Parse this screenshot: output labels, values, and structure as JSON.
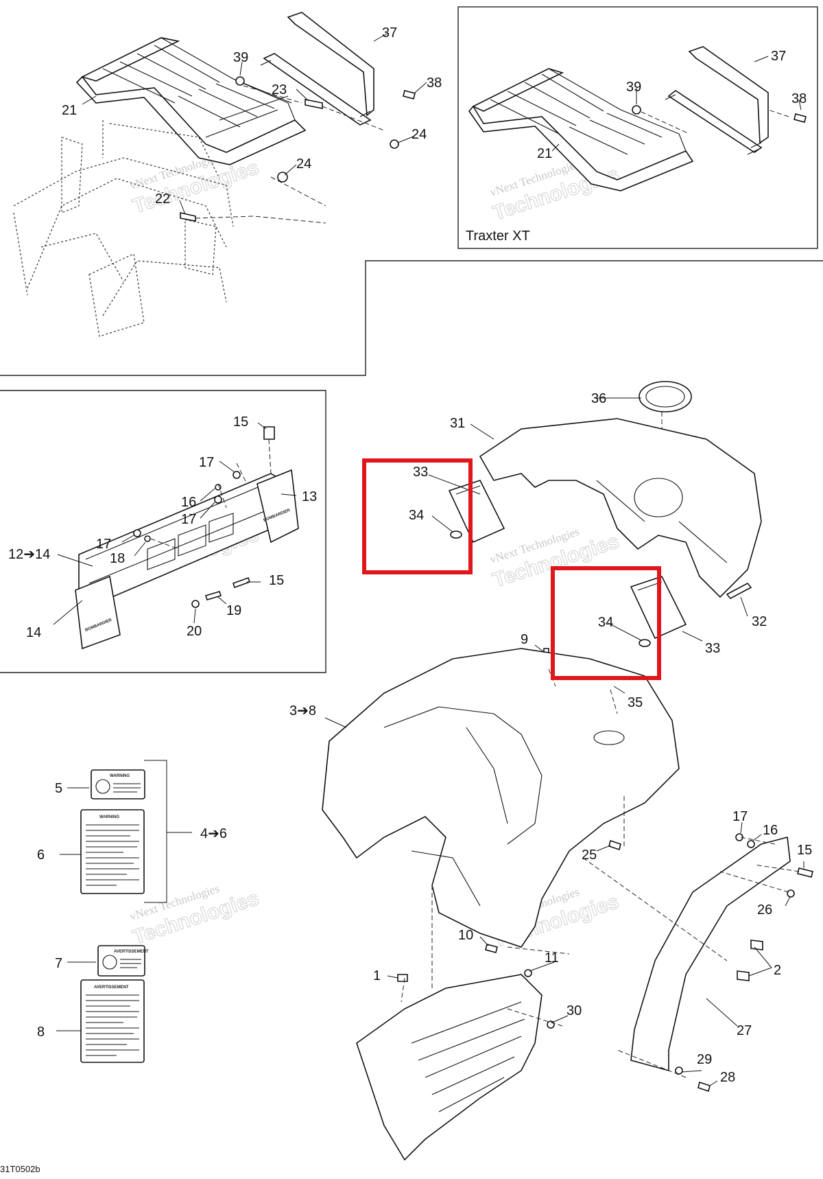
{
  "diagram": {
    "inset_caption": "Traxter XT",
    "drawing_code": "31T0502b",
    "watermark": {
      "line1": "vNext Technologies",
      "line2": "Technologies"
    },
    "decal_brand": "BOMBARDIER",
    "label_headers": {
      "warning": "WARNING",
      "avertissement": "AVERTISSEMENT"
    },
    "highlight_color": "#e0161b",
    "callouts": {
      "c1": "1",
      "c2": "2",
      "c3_8": "3➔8",
      "c4_6": "4➔6",
      "c5": "5",
      "c6": "6",
      "c7": "7",
      "c8": "8",
      "c9": "9",
      "c10": "10",
      "c11": "11",
      "c12_14": "12➔14",
      "c13": "13",
      "c14": "14",
      "c15a": "15",
      "c15b": "15",
      "c15c": "15",
      "c16a": "16",
      "c16b": "16",
      "c17a": "17",
      "c17b": "17",
      "c17c": "17",
      "c17d": "17",
      "c18": "18",
      "c19": "19",
      "c20": "20",
      "c21a": "21",
      "c21b": "21",
      "c22": "22",
      "c23": "23",
      "c24a": "24",
      "c24b": "24",
      "c25": "25",
      "c26": "26",
      "c27": "27",
      "c28": "28",
      "c29": "29",
      "c30": "30",
      "c31": "31",
      "c32": "32",
      "c33a": "33",
      "c33b": "33",
      "c34a": "34",
      "c34b": "34",
      "c35": "35",
      "c36": "36",
      "c37a": "37",
      "c37b": "37",
      "c38a": "38",
      "c38b": "38",
      "c39a": "39",
      "c39b": "39"
    }
  }
}
